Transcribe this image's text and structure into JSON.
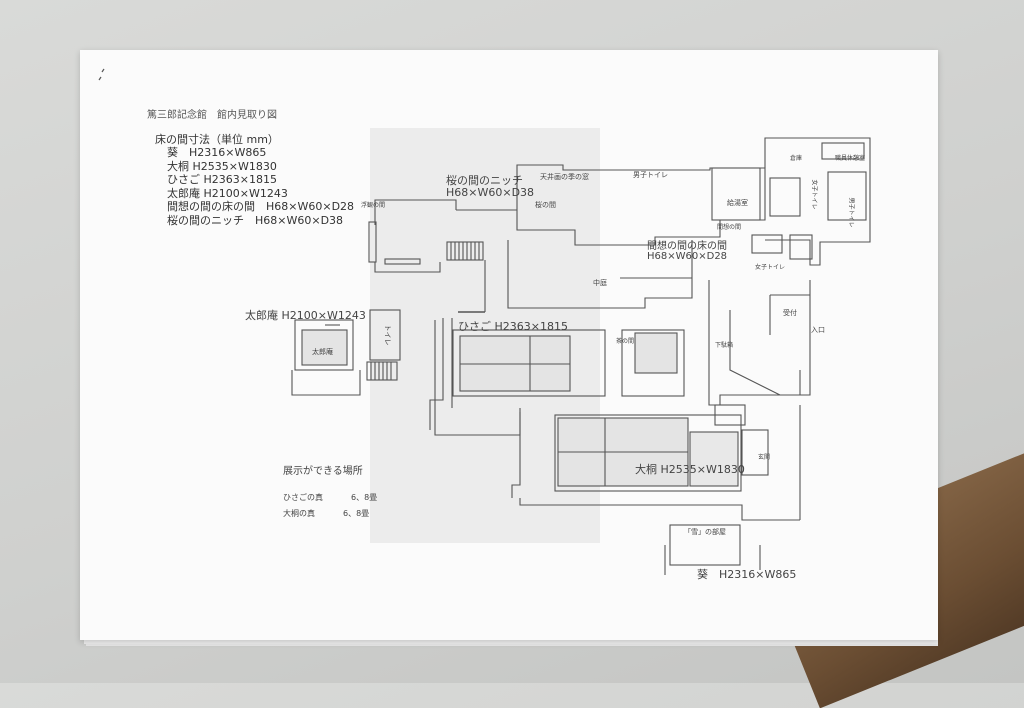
{
  "title": "篤三郎記念館　館内見取り図",
  "section_heading": "床の間寸法（単位 mm）",
  "dimensions": [
    "葵　H2316×W865",
    "大桐 H2535×W1830",
    "ひさご H2363×1815",
    "太郎庵 H2100×W1243",
    "間想の間の床の間　H68×W60×D28",
    "桜の間のニッチ　H68×W60×D38"
  ],
  "exhibit": {
    "heading": "展示ができる場所",
    "rows": [
      {
        "place": "ひさごの真",
        "value": "6、8畳"
      },
      {
        "place": "大桐の真",
        "value": "6、8畳"
      }
    ]
  },
  "plan_labels": {
    "sakura_niche": "桜の間のニッチ",
    "sakura_niche_dim": "H68×W60×D38",
    "tenjo": "天井画の季の窓",
    "sakura_room": "桜の間",
    "mens_toilet": "男子トイレ",
    "storage": "倉庫",
    "staff_room": "職員休憩室",
    "kyuto": "給湯室",
    "womens_toilet": "女子トイレ",
    "womens_toilet2": "女子トイレ",
    "mens_toilet2": "男子トイレ",
    "maso_room": "間想の間",
    "maso_label": "間想の間の床の間",
    "maso_dim": "H68×W60×D28",
    "courtyard": "中庭",
    "reception": "受付",
    "entrance": "入口",
    "corridor": "下駄箱",
    "ukon": "浮観の間",
    "taroan_label": "太郎庵 H2100×W1243",
    "taroan_room": "太郎庵",
    "toilet": "トイレ",
    "hisago_label": "ひさご H2363×1815",
    "chanoma": "茶の間",
    "okiri_label": "大桐 H2535×W1830",
    "genkan": "玄関",
    "yuki_room": "「雪」の部屋",
    "aoi_label": "葵　H2316×W865"
  }
}
